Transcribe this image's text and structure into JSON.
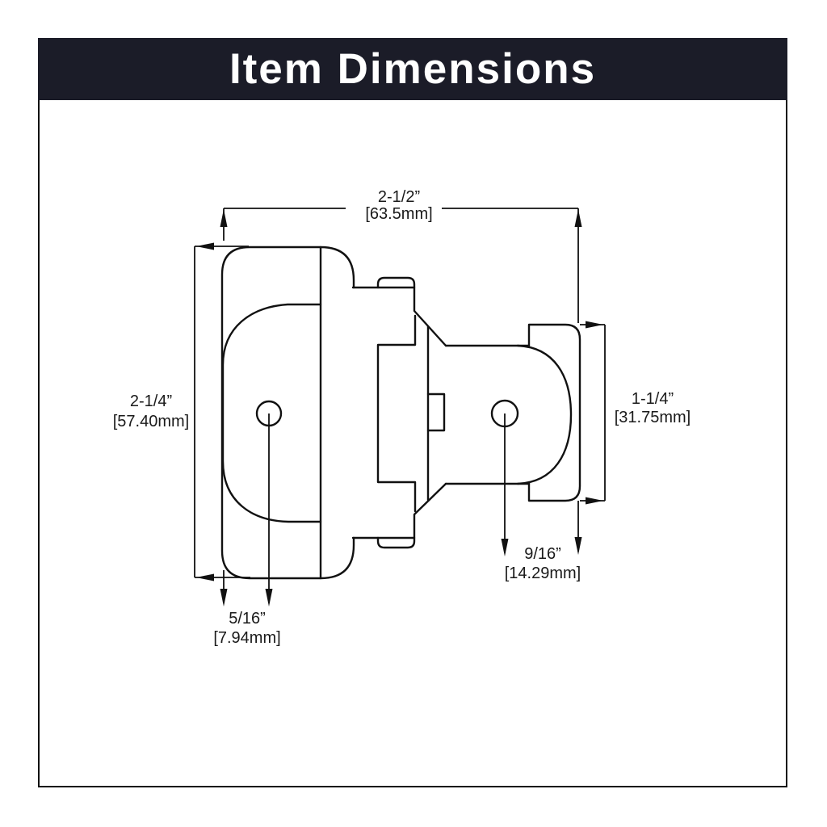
{
  "header": {
    "title": "Item Dimensions"
  },
  "colors": {
    "header_bg": "#1b1c28",
    "header_text": "#ffffff",
    "line": "#111111",
    "page_bg": "#ffffff"
  },
  "dimensions": {
    "width": {
      "inches": "2-1/2”",
      "metric": "[63.5mm]"
    },
    "left_height": {
      "inches": "2-1/4”",
      "metric": "[57.40mm]"
    },
    "right_height": {
      "inches": "1-1/4”",
      "metric": "[31.75mm]"
    },
    "right_offset": {
      "inches": "9/16”",
      "metric": "[14.29mm]"
    },
    "left_offset": {
      "inches": "5/16”",
      "metric": "[7.94mm]"
    }
  }
}
